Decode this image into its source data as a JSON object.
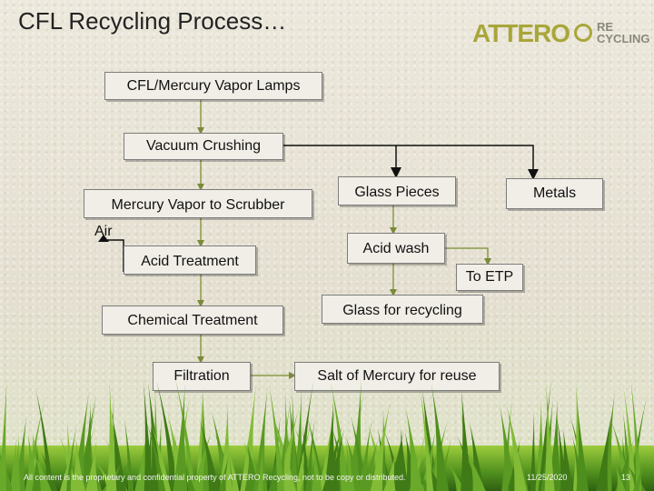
{
  "slide": {
    "title": "CFL Recycling Process…",
    "logo": {
      "main": "ATTERO",
      "re": "RE",
      "cycling": "CYCLING"
    }
  },
  "diagram": {
    "nodes": {
      "cfl_lamps": "CFL/Mercury Vapor Lamps",
      "vacuum_crushing": "Vacuum Crushing",
      "mercury_vapor_scrubber": "Mercury Vapor to Scrubber",
      "air": "Air",
      "acid_treatment": "Acid Treatment",
      "chemical_treatment": "Chemical Treatment",
      "filtration": "Filtration",
      "glass_pieces": "Glass Pieces",
      "metals": "Metals",
      "acid_wash": "Acid wash",
      "to_etp": "To ETP",
      "glass_for_recycling": "Glass for recycling",
      "salt_of_mercury": "Salt of Mercury for reuse"
    }
  },
  "footer": {
    "confidentiality": "All content is the proprietary and confidential property of ATTERO Recycling, not to be copy or distributed.",
    "date": "11/25/2020",
    "page": "13"
  },
  "colors": {
    "connector": "#8a9a4a",
    "arrow_dark": "#111111",
    "grass": "#5a9a22"
  }
}
